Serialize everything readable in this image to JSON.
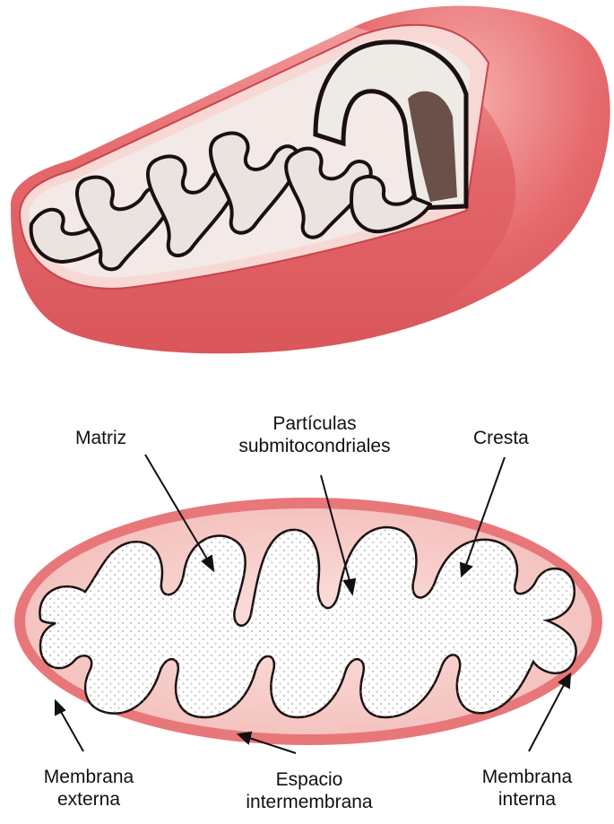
{
  "diagram": {
    "colors": {
      "outer_membrane": "#e4676a",
      "outer_membrane_light": "#f29a9a",
      "intermembrane_space": "#f6c9c6",
      "matrix": "#ffffff",
      "inner_membrane_3d": "#1a1010",
      "cut_surface": "#ece8e4",
      "cut_shadow": "#6a5048"
    },
    "labels": {
      "matriz": "Matriz",
      "particulas_line1": "Partículas",
      "particulas_line2": "submitocondriales",
      "cresta": "Cresta",
      "membrana_externa_line1": "Membrana",
      "membrana_externa_line2": "externa",
      "espacio_line1": "Espacio",
      "espacio_line2": "intermembrana",
      "membrana_interna_line1": "Membrana",
      "membrana_interna_line2": "interna"
    }
  }
}
